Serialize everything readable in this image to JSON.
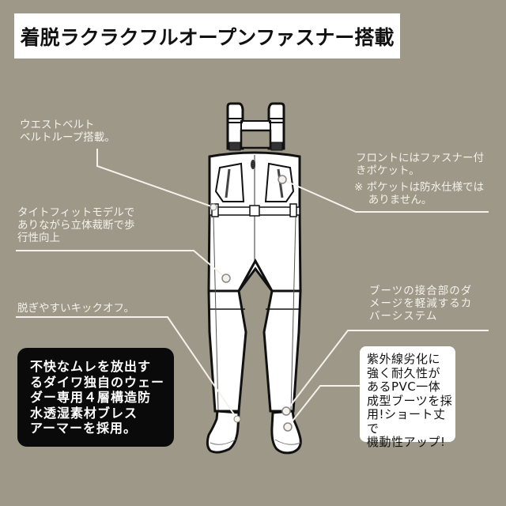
{
  "header": {
    "title": "着脱ラクラクフルオープンファスナー搭載"
  },
  "callouts": {
    "waist_belt": "ウエストベルト\nベルトループ搭載。",
    "tight_fit": "タイトフィットモデルで\nありながら立体裁断で歩\n行性向上",
    "kick_off": "脱ぎやすいキックオフ。",
    "front_pocket": "フロントにはファスナー付\nきポケット。",
    "pocket_note": "※ ポケットは防水仕様では\n　 ありません。",
    "boot_cover": "ブーツの接合部のダ\nメージを軽減するカ\nバーシステム"
  },
  "highlight_boxes": {
    "material": "不快なムレを放出す\nるダイワ独自のウェー\nダー専用４層構造防\n水透湿素材ブレス\nアーマーを採用。",
    "boots": "紫外線劣化に\n強く耐久性が\nあるPVC一体\n成型ブーツを採\n用!ショート丈で\n機動性アップ!"
  },
  "colors": {
    "background": "#9d9888",
    "title_box": "#ffffff",
    "callout_text": "#f4f2ea",
    "black_box": "#0a0a0a",
    "white_box": "#ffffff",
    "wader_fill": "#ffffff",
    "wader_outline": "#111111"
  },
  "illustration": {
    "subject": "chest-wader",
    "parts": [
      "suspenders",
      "chest-pockets",
      "front-zipper",
      "waist-belt",
      "legs",
      "boots"
    ]
  }
}
